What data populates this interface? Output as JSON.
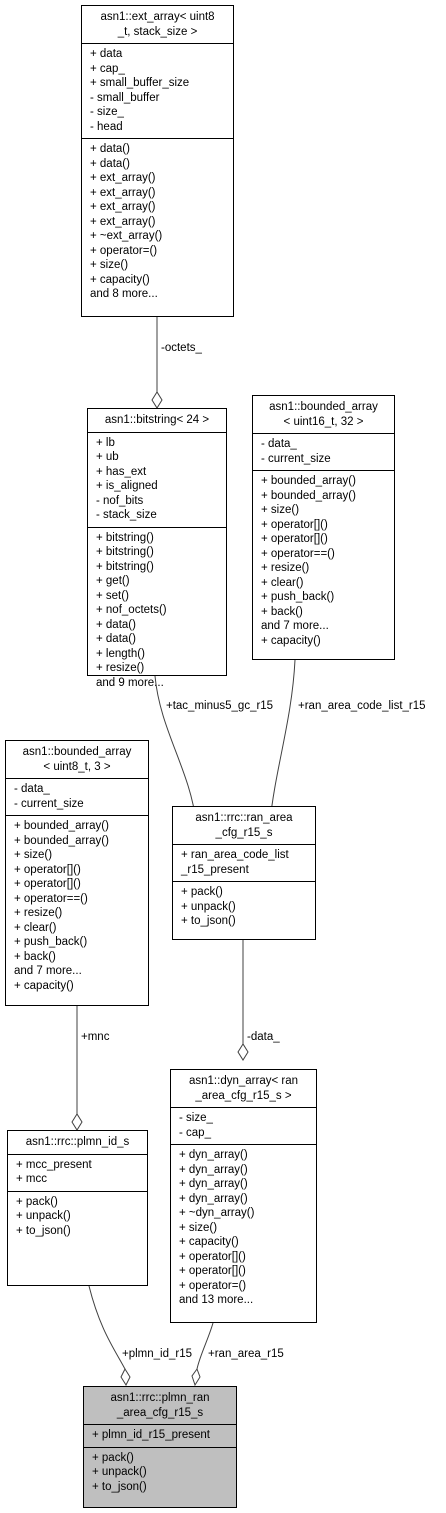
{
  "nodes": {
    "ext_array": {
      "title": [
        "asn1::ext_array< uint8",
        "_t, stack_size >"
      ],
      "attributes": [
        "+ data",
        "+ cap_",
        "+ small_buffer_size",
        "- small_buffer",
        "- size_",
        "- head"
      ],
      "methods": [
        "+ data()",
        "+ data()",
        "+ ext_array()",
        "+ ext_array()",
        "+ ext_array()",
        "+ ext_array()",
        "+ ~ext_array()",
        "+ operator=()",
        "+ size()",
        "+ capacity()",
        "and 8 more..."
      ]
    },
    "bitstring": {
      "title": [
        "asn1::bitstring< 24 >"
      ],
      "attributes": [
        "+ lb",
        "+ ub",
        "+ has_ext",
        "+ is_aligned",
        "- nof_bits",
        "- stack_size"
      ],
      "methods": [
        "+ bitstring()",
        "+ bitstring()",
        "+ bitstring()",
        "+ get()",
        "+ set()",
        "+ nof_octets()",
        "+ data()",
        "+ data()",
        "+ length()",
        "+ resize()",
        "and 9 more..."
      ]
    },
    "bounded_u16": {
      "title": [
        "asn1::bounded_array",
        "< uint16_t, 32 >"
      ],
      "attributes": [
        "- data_",
        "- current_size"
      ],
      "methods": [
        "+ bounded_array()",
        "+ bounded_array()",
        "+ size()",
        "+ operator[]()",
        "+ operator[]()",
        "+ operator==()",
        "+ resize()",
        "+ clear()",
        "+ push_back()",
        "+ back()",
        "and 7 more...",
        "+ capacity()"
      ]
    },
    "bounded_u8": {
      "title": [
        "asn1::bounded_array",
        "< uint8_t, 3 >"
      ],
      "attributes": [
        "- data_",
        "- current_size"
      ],
      "methods": [
        "+ bounded_array()",
        "+ bounded_array()",
        "+ size()",
        "+ operator[]()",
        "+ operator[]()",
        "+ operator==()",
        "+ resize()",
        "+ clear()",
        "+ push_back()",
        "+ back()",
        "and 7 more...",
        "+ capacity()"
      ]
    },
    "ran_area": {
      "title": [
        "asn1::rrc::ran_area",
        "_cfg_r15_s"
      ],
      "attributes": [
        "+ ran_area_code_list",
        "_r15_present"
      ],
      "methods": [
        "+ pack()",
        "+ unpack()",
        "+ to_json()"
      ]
    },
    "dyn_array": {
      "title": [
        "asn1::dyn_array< ran",
        "_area_cfg_r15_s >"
      ],
      "attributes": [
        "- size_",
        "- cap_"
      ],
      "methods": [
        "+ dyn_array()",
        "+ dyn_array()",
        "+ dyn_array()",
        "+ dyn_array()",
        "+ ~dyn_array()",
        "+ size()",
        "+ capacity()",
        "+ operator[]()",
        "+ operator[]()",
        "+ operator=()",
        "and 13 more..."
      ]
    },
    "plmn_id": {
      "title": [
        "asn1::rrc::plmn_id_s"
      ],
      "attributes": [
        "+ mcc_present",
        "+ mcc"
      ],
      "methods": [
        "+ pack()",
        "+ unpack()",
        "+ to_json()"
      ]
    },
    "plmn_ran": {
      "title": [
        "asn1::rrc::plmn_ran",
        "_area_cfg_r15_s"
      ],
      "attributes": [
        "+ plmn_id_r15_present"
      ],
      "methods": [
        "+ pack()",
        "+ unpack()",
        "+ to_json()"
      ]
    }
  },
  "edges": {
    "octets": "-octets_",
    "tac": "+tac_minus5_gc_r15",
    "ran_code": "+ran_area_code_list_r15",
    "mnc": "+mnc",
    "data": "-data_",
    "plmn_id_r15": "+plmn_id_r15",
    "ran_area_r15": "+ran_area_r15"
  }
}
